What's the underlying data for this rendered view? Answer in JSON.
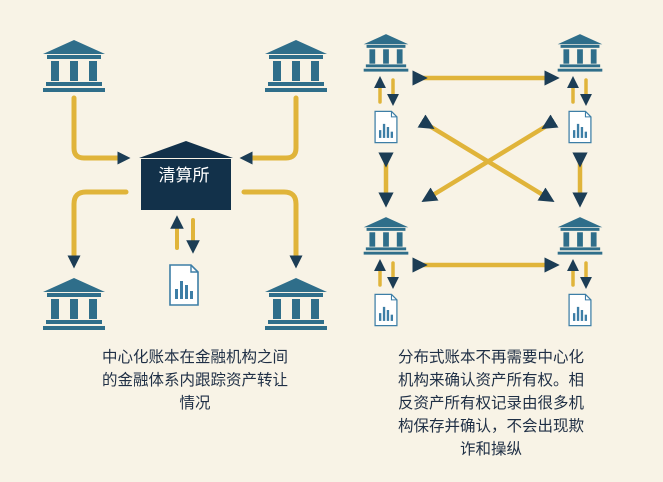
{
  "colors": {
    "background": "#f8f3e6",
    "bank": "#2f6e8a",
    "hub": "#12314a",
    "arrow": "#e0b43a",
    "arrow_vertical": "#2b5670",
    "ledger": "#3d7ea6",
    "caption": "#1f2f45"
  },
  "icons": {
    "bank": "bank-building-icon",
    "ledger": "ledger-document-icon"
  },
  "centralized": {
    "hub_label": "清算所",
    "caption": "中心化账本在金融机构之间\n的金融体系内跟踪资产转让\n情况"
  },
  "decentralized": {
    "caption": "分布式账本不再需要中心化\n机构来确认资产所有权。相\n反资产所有权记录由很多机\n构保存并确认，不会出现欺\n诈和操纵"
  }
}
